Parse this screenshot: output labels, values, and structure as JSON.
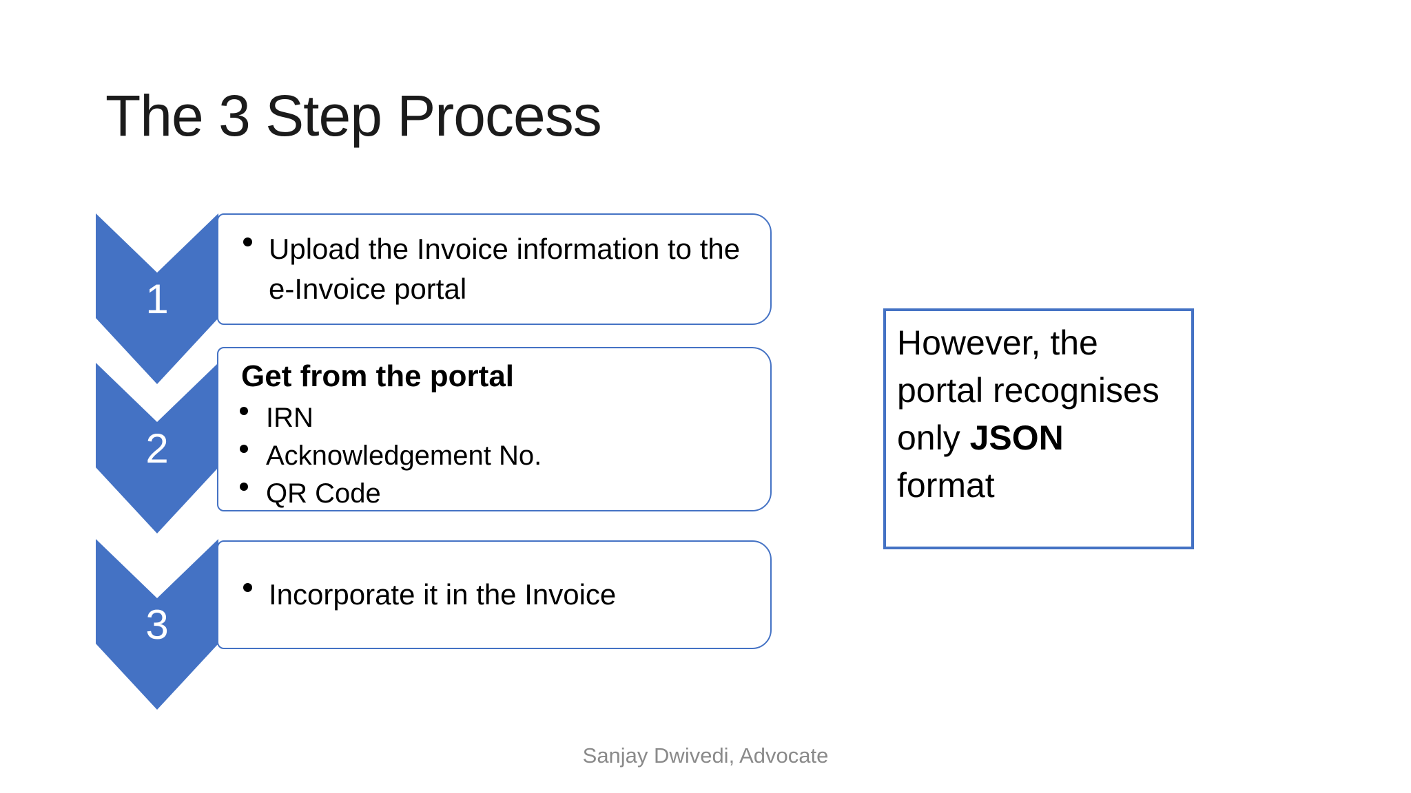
{
  "title": "The 3 Step Process",
  "footer": "Sanjay Dwivedi, Advocate",
  "colors": {
    "accent_blue": "#4472C4",
    "box_border_blue": "#4472C4",
    "note_border_blue": "#4472C4",
    "bullet_black": "#000000",
    "title_text": "#1b1b1b",
    "step_number_white": "#ffffff",
    "footer_gray": "#8a8a8a",
    "background": "#ffffff"
  },
  "steps": [
    {
      "number": "1",
      "bullet": "Upload the Invoice information to the e-Invoice portal"
    },
    {
      "number": "2",
      "heading": "Get from the portal",
      "bullets": [
        "IRN",
        "Acknowledgement No.",
        "QR Code"
      ]
    },
    {
      "number": "3",
      "bullet": "Incorporate it in the Invoice"
    }
  ],
  "note": {
    "line1": "However, the",
    "line2": "portal recognises",
    "line3_regular": "only ",
    "line3_bold": "JSON",
    "line4": "format"
  }
}
